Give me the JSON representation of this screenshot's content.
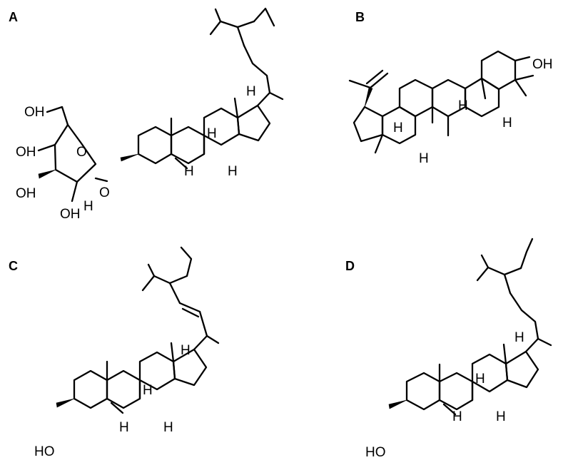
{
  "panels": [
    {
      "id": "A",
      "label": "A",
      "atom_labels": [
        "OH",
        "OH",
        "OH",
        "OH",
        "O",
        "O",
        "H",
        "H",
        "H",
        "H",
        "H"
      ]
    },
    {
      "id": "B",
      "label": "B",
      "atom_labels": [
        "OH",
        "H",
        "H",
        "H",
        "H"
      ]
    },
    {
      "id": "C",
      "label": "C",
      "atom_labels": [
        "HO",
        "H",
        "H",
        "H",
        "H"
      ]
    },
    {
      "id": "D",
      "label": "D",
      "atom_labels": [
        "HO",
        "H",
        "H",
        "H",
        "H"
      ]
    }
  ]
}
